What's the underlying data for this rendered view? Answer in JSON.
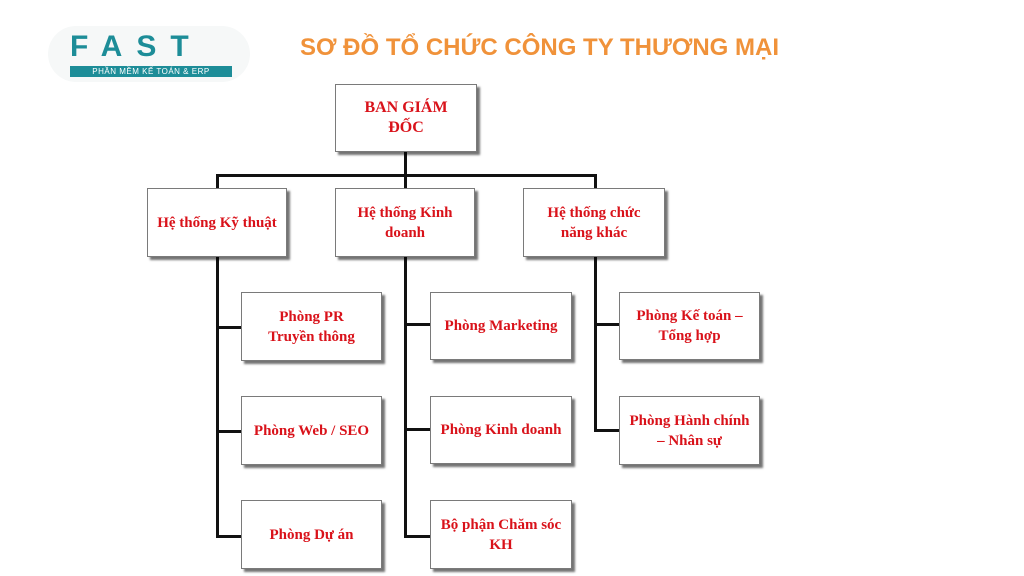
{
  "logo": {
    "wordmark": "FAST",
    "tagline": "PHẦN MỀM KẾ TOÁN & ERP"
  },
  "title": "SƠ ĐỒ TỔ CHỨC CÔNG TY THƯƠNG MẠI",
  "colors": {
    "title": "#f0923a",
    "logo": "#1d8d98",
    "node_text": "#d9121a",
    "lines": "#111111"
  },
  "org": {
    "root": "BAN GIÁM ĐỐC",
    "systems": [
      {
        "label": "Hệ thống Kỹ thuật",
        "departments": [
          "Phòng PR Truyền thông",
          "Phòng Web / SEO",
          "Phòng Dự án"
        ]
      },
      {
        "label": "Hệ thống Kinh doanh",
        "departments": [
          "Phòng Marketing",
          "Phòng Kinh doanh",
          "Bộ phận Chăm sóc KH"
        ]
      },
      {
        "label": "Hệ thống chức năng khác",
        "departments": [
          "Phòng Kế toán – Tổng hợp",
          "Phòng Hành chính – Nhân sự"
        ]
      }
    ]
  }
}
